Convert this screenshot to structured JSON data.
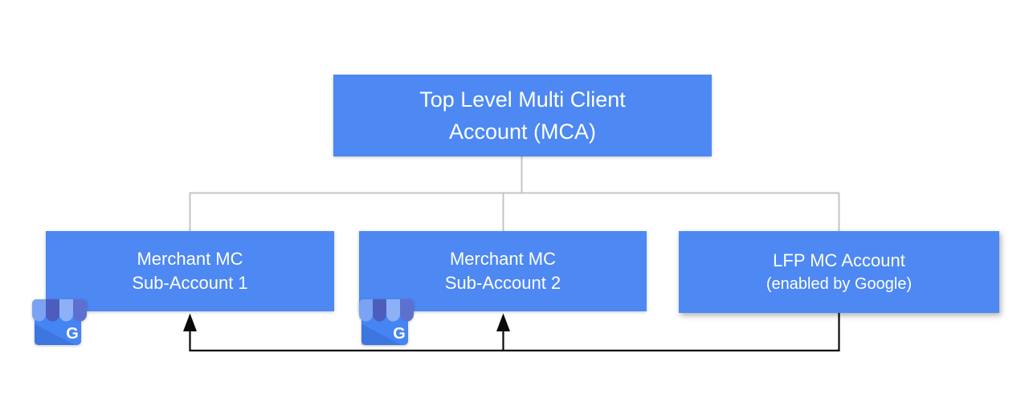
{
  "diagram": {
    "root": {
      "line1": "Top Level Multi Client",
      "line2": "Account (MCA)"
    },
    "children": [
      {
        "id": "merchant-sub-account-1",
        "line1": "Merchant MC",
        "line2": "Sub-Account 1"
      },
      {
        "id": "merchant-sub-account-2",
        "line1": "Merchant MC",
        "line2": "Sub-Account 2"
      },
      {
        "id": "lfp-mc-account",
        "line1": "LFP MC Account",
        "line2": "(enabled by Google)"
      }
    ],
    "icons": {
      "business_icon": "google-my-business-icon",
      "g_label": "G"
    },
    "colors": {
      "node_fill": "#4d88f3",
      "node_text": "#ffffff",
      "hierarchy_line": "#c4c4c4",
      "feed_line": "#0a0a0a",
      "icon_body": "#4484f3",
      "icon_stripe_dark": "#4c5dbe",
      "icon_stripe_light": "#8db1f7"
    }
  }
}
